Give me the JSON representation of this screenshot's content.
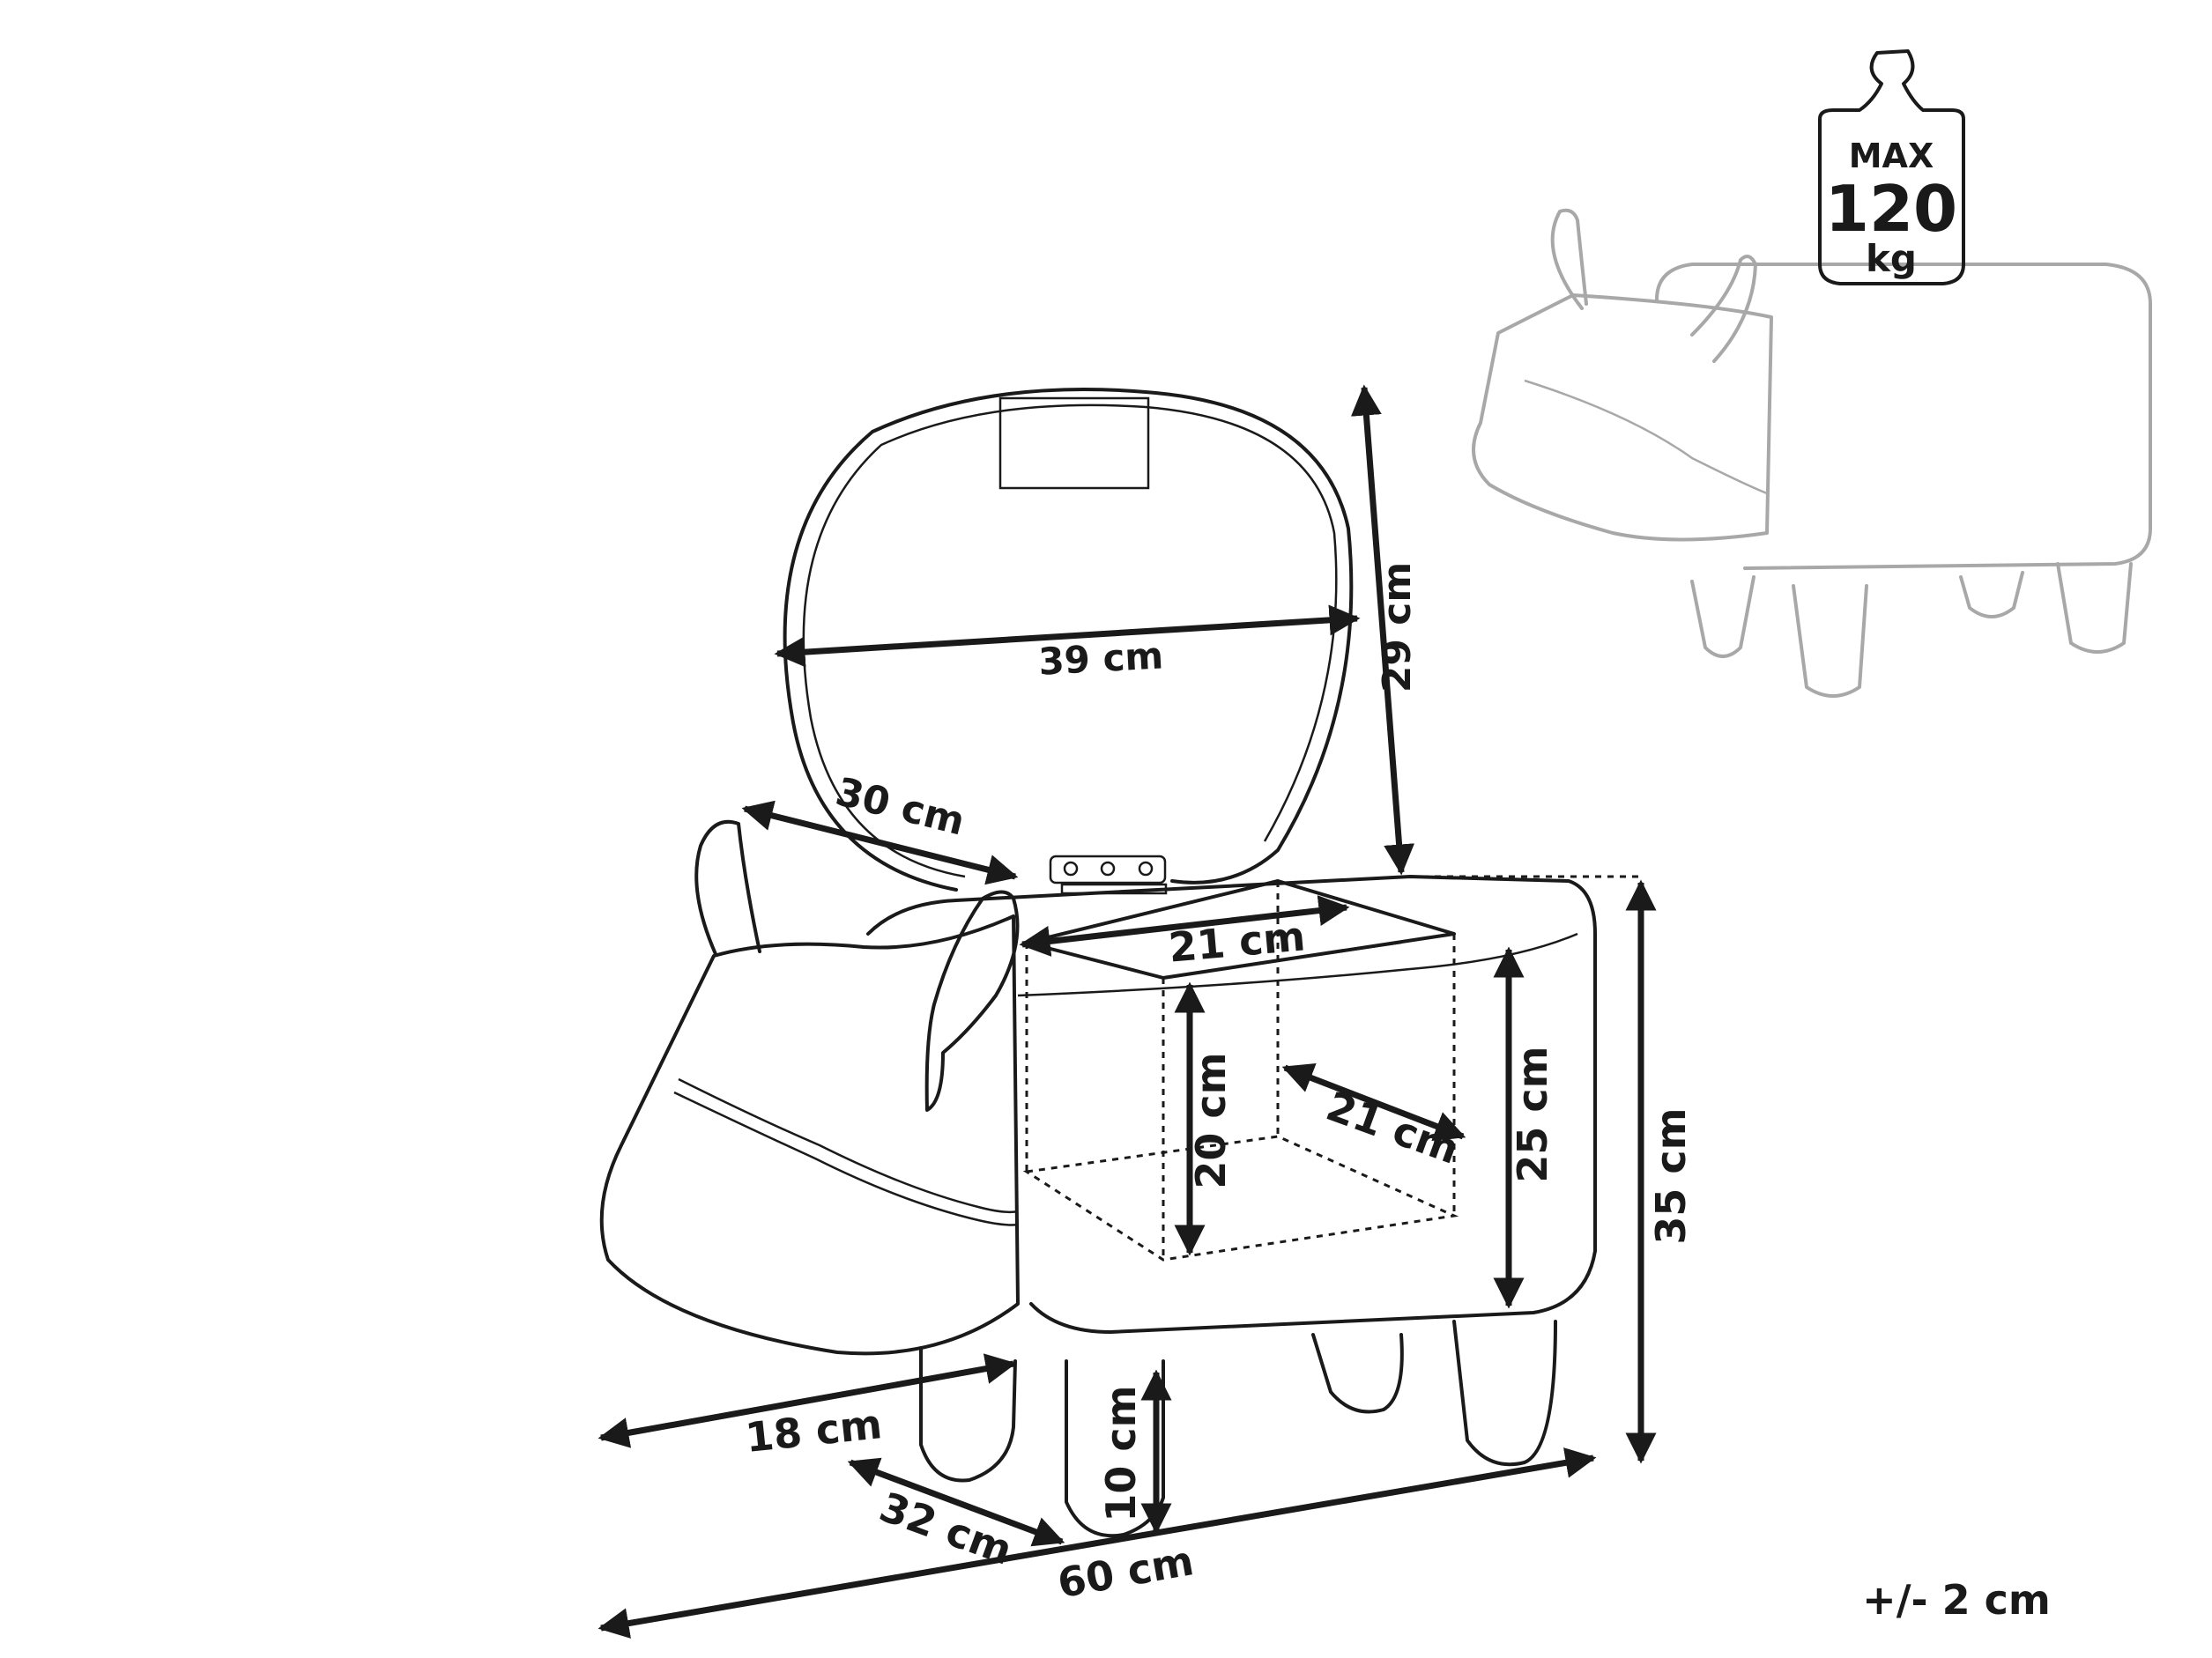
{
  "labels": {
    "lid_width": "39 cm",
    "lid_height": "29 cm",
    "lid_depth": "30 cm",
    "storage_width": "21 cm",
    "storage_height": "20 cm",
    "storage_depth": "21 cm",
    "body_height": "25 cm",
    "total_height": "35 cm",
    "head_length": "18 cm",
    "leg_height": "10 cm",
    "total_depth": "32 cm",
    "total_length": "60 cm",
    "tolerance": "+/- 2 cm"
  },
  "weight_badge": {
    "max_label": "MAX",
    "value": "120",
    "unit": "kg"
  },
  "colors": {
    "ink": "#1a1a1a",
    "faint_ink": "#a8a8a8",
    "background": "#ffffff"
  }
}
